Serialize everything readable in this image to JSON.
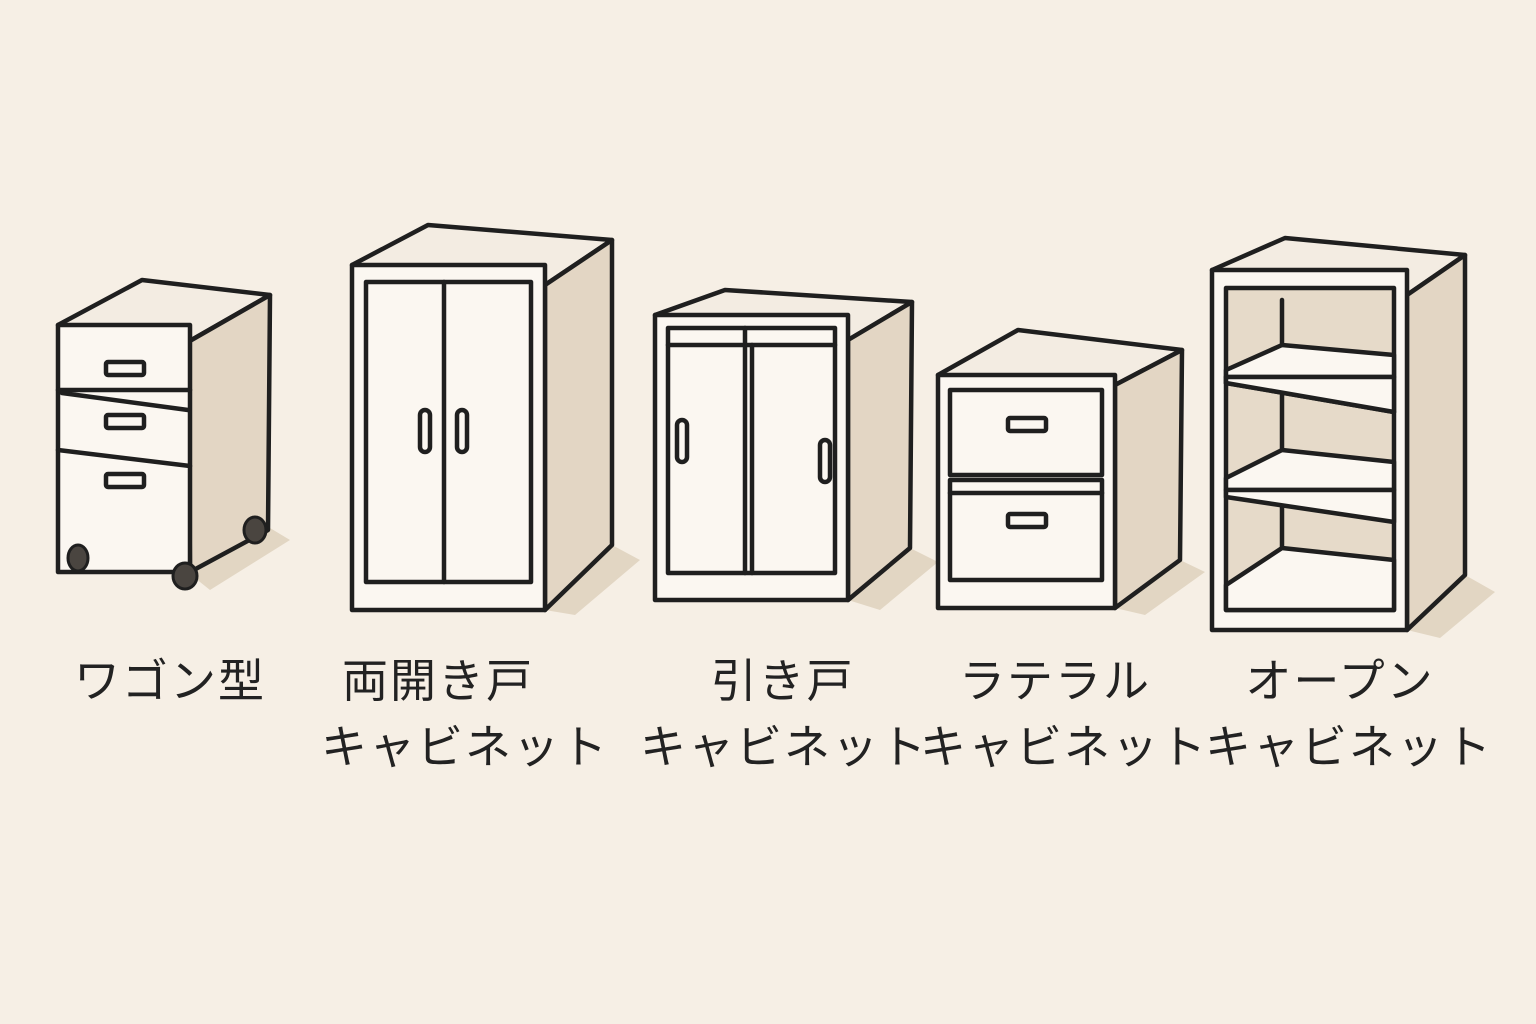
{
  "colors": {
    "background": "#f6efe5",
    "outline": "#1f1f1f",
    "front_panel": "#fbf7f1",
    "side_panel": "#e3d6c4",
    "shadow": "#e2d6c3"
  },
  "items": [
    {
      "id": "wagon",
      "icon": "wagon-cabinet-icon",
      "label_lines": [
        "ワゴン型"
      ]
    },
    {
      "id": "double-door",
      "icon": "double-door-cabinet-icon",
      "label_lines": [
        "両開き戸",
        "キャビネット"
      ]
    },
    {
      "id": "sliding-door",
      "icon": "sliding-door-cabinet-icon",
      "label_lines": [
        "引き戸",
        "キャビネット"
      ]
    },
    {
      "id": "lateral",
      "icon": "lateral-cabinet-icon",
      "label_lines": [
        "ラテラル",
        "キャビネット"
      ]
    },
    {
      "id": "open",
      "icon": "open-cabinet-icon",
      "label_lines": [
        "オープン",
        "キャビネット"
      ]
    }
  ]
}
